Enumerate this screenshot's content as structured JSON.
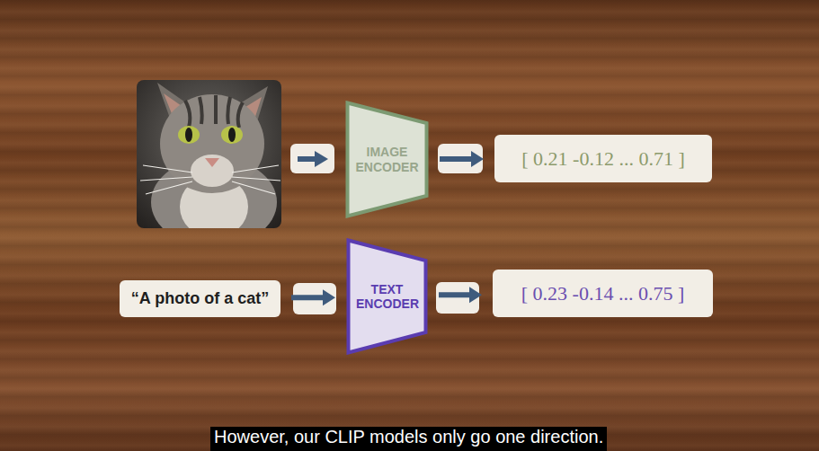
{
  "diagram": {
    "caption": "However, our CLIP models only go one direction.",
    "nodes": [
      {
        "text": [
          "IMAGE ENCODER"
        ]
      },
      {
        "text": [
          "[ 0.21 -0.12 ... 0.71 ]"
        ]
      },
      {
        "text": [
          "“A photo of a cat”"
        ]
      },
      {
        "text": [
          "TEXT ENCODER"
        ]
      },
      {
        "text": [
          "[ 0.23 -0.14 ... 0.75 ]"
        ]
      }
    ],
    "edges": [
      {
        "from": 0,
        "to": 1,
        "arrow": "to"
      },
      {
        "from": 2,
        "to": 3,
        "arrow": "to"
      },
      {
        "from": 3,
        "to": 4,
        "arrow": "to"
      }
    ]
  }
}
